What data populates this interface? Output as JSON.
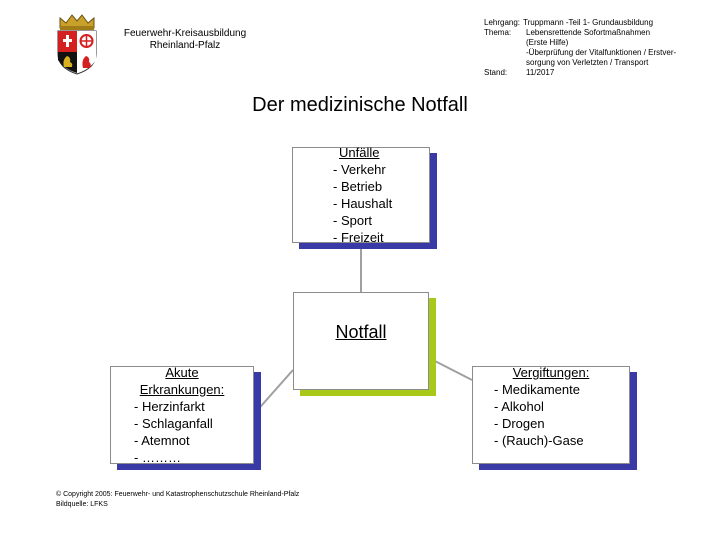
{
  "header": {
    "org_line1": "Feuerwehr-Kreisausbildung",
    "org_line2": "Rheinland-Pfalz",
    "lehrgang_label": "Lehrgang:",
    "lehrgang_value": "Truppmann -Teil 1- Grundausbildung",
    "thema_label": "Thema:",
    "thema_lines": [
      "Lebensrettende Sofortmaßnahmen",
      "(Erste Hilfe)",
      "-Überprüfung der Vitalfunktionen / Erstver-",
      "sorgung von Verletzten / Transport"
    ],
    "stand_label": "Stand:",
    "stand_value": "11/2017"
  },
  "title": "Der medizinische Notfall",
  "boxes": {
    "unfaelle": {
      "heading": "Unfälle",
      "items": [
        "- Verkehr",
        "- Betrieb",
        "- Haushalt",
        "- Sport",
        "- Freizeit"
      ]
    },
    "notfall": {
      "label": "Notfall"
    },
    "akut": {
      "heading_line1": "Akute",
      "heading_line2": "Erkrankungen:",
      "items": [
        "- Herzinfarkt",
        "- Schlaganfall",
        "- Atemnot",
        "- ………"
      ]
    },
    "vergiftungen": {
      "heading": "Vergiftungen:",
      "items": [
        "- Medikamente",
        "- Alkohol",
        "- Drogen",
        "- (Rauch)-Gase"
      ]
    }
  },
  "footer": {
    "copyright": "© Copyright 2005: Feuerwehr- und Katastrophenschutzschule Rheinland-Pfalz",
    "bildquelle": "Bildquelle: LFKS"
  },
  "colors": {
    "shadow_blue": "#3a3aa6",
    "shadow_green": "#a8c81a",
    "connector": "#a0a0a0"
  },
  "icons": {
    "crest": "rheinland-pfalz-coat-of-arms-icon"
  }
}
